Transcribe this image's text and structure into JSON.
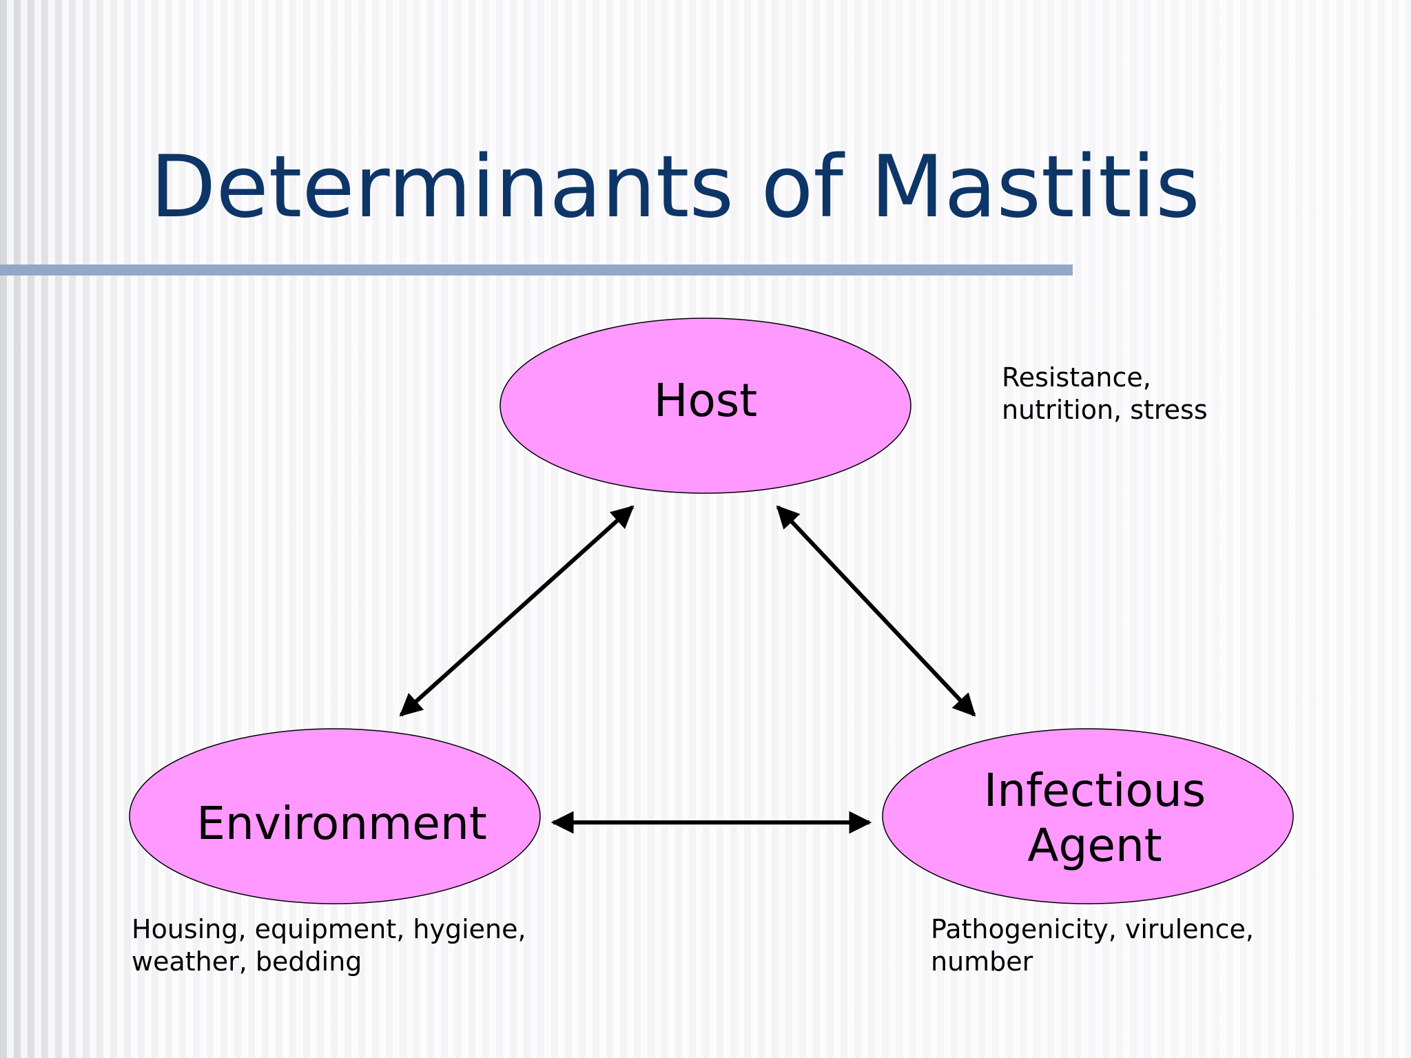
{
  "title": "Determinants of Mastitis",
  "nodes": {
    "host": {
      "label": "Host",
      "annotation": [
        "Resistance,",
        "nutrition, stress"
      ]
    },
    "environment": {
      "label": "Environment",
      "annotation": [
        "Housing, equipment, hygiene,",
        "weather, bedding"
      ]
    },
    "agent": {
      "label": [
        "Infectious",
        "Agent"
      ],
      "annotation": [
        "Pathogenicity, virulence,",
        "number"
      ]
    }
  },
  "colors": {
    "title": "#0d3567",
    "rule": "#93a8c6",
    "node_fill": "#ff99ff",
    "node_stroke": "#000000",
    "arrow": "#000000"
  },
  "edges": [
    {
      "from": "host",
      "to": "environment",
      "direction": "both"
    },
    {
      "from": "host",
      "to": "agent",
      "direction": "both"
    },
    {
      "from": "environment",
      "to": "agent",
      "direction": "both"
    }
  ]
}
